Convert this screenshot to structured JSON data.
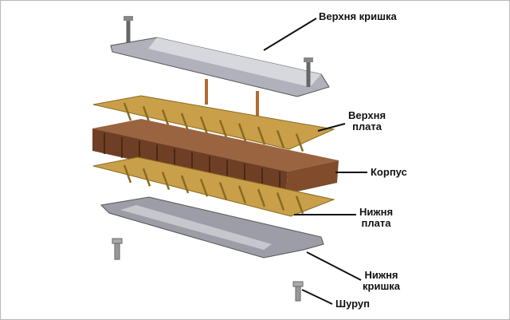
{
  "labels": {
    "top_cover": "Верхня кришка",
    "top_plate_1": "Верхня",
    "top_plate_2": "плата",
    "body": "Корпус",
    "bottom_plate_1": "Нижня",
    "bottom_plate_2": "плата",
    "bottom_cover_1": "Нижня",
    "bottom_cover_2": "кришка",
    "screw": "Шуруп"
  },
  "colors": {
    "cover": "#a9aab3",
    "plate": "#c9a049",
    "body": "#7a4a2c",
    "screw": "#c08040"
  }
}
